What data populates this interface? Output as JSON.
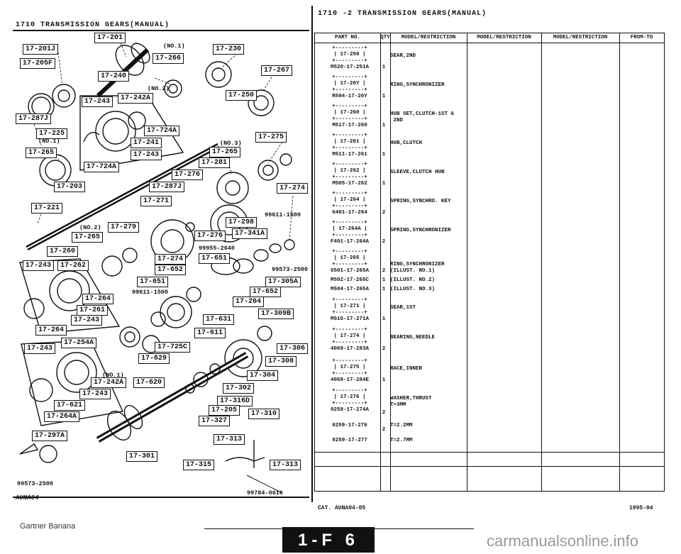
{
  "header": {
    "left": "1710   TRANSMISSION GEARS(MANUAL)",
    "right": "1710  -2    TRANSMISSION GEARS(MANUAL)"
  },
  "diagram": {
    "callouts": [
      "17-201",
      "17-201J",
      "17-205F",
      "17-266",
      "17-230",
      "17-240",
      "17-267",
      "17-242A",
      "17-243",
      "17-250",
      "17-287J",
      "17-724A",
      "17-225",
      "17-241",
      "17-275",
      "17-265",
      "17-243",
      "17-265",
      "17-724A",
      "17-281",
      "17-276",
      "17-203",
      "17-287J",
      "17-274",
      "17-271",
      "17-221",
      "17-298",
      "17-279",
      "17-265",
      "17-276",
      "17-341A",
      "17-260",
      "17-651",
      "17-243",
      "17-262",
      "17-274",
      "17-652",
      "17-305A",
      "17-651",
      "17-264",
      "17-652",
      "17-261",
      "17-204",
      "17-243",
      "17-309B",
      "17-264",
      "17-631",
      "17-611",
      "17-243",
      "17-254A",
      "17-725C",
      "17-306",
      "17-629",
      "17-308",
      "17-304",
      "17-242A",
      "17-620",
      "17-243",
      "17-302",
      "17-316D",
      "17-621",
      "17-205",
      "17-310",
      "17-264A",
      "17-327",
      "17-297A",
      "17-313",
      "17-301",
      "17-315",
      "17-313"
    ],
    "notes": [
      "(NO.1)",
      "(NO.2)",
      "(NO.1)",
      "(NO.3)",
      "(NO.2)",
      "(NO.1)"
    ],
    "codes": [
      "99611-1500",
      "99955-2640",
      "99573-2500",
      "99611-1500",
      "99573-2500",
      "99784-0616"
    ],
    "id_label": "AUNA04"
  },
  "table": {
    "headers": [
      "PART NO.",
      "QTY",
      "MODEL/RESTRICTION",
      "MODEL/RESTRICTION",
      "MODEL/RESTRICTION",
      "FROM-TO"
    ],
    "rows": [
      {
        "ref": "17-250",
        "part": "M520-17-251A",
        "qty": "1",
        "desc": "GEAR,2ND"
      },
      {
        "ref": "17-26Y",
        "part": "R504-17-26Y",
        "qty": "1",
        "desc": "RING,SYNCHRONIZER"
      },
      {
        "ref": "17-260",
        "part": "M517-17-260",
        "qty": "1",
        "desc": "HUB SET,CLUTCH-1ST &\n 2ND"
      },
      {
        "ref": "17-261",
        "part": "M511-17-261",
        "qty": "1",
        "desc": "HUB,CLUTCH"
      },
      {
        "ref": "17-262",
        "part": "M505-17-262",
        "qty": "1",
        "desc": "SLEEVE,CLUTCH HUB"
      },
      {
        "ref": "17-264",
        "part": "G401-17-264",
        "qty": "2",
        "desc": "SPRING,SYNCHRO. KEY"
      },
      {
        "ref": "17-264A",
        "part": "F401-17-264A",
        "qty": "2",
        "desc": "SPRING,SYNCHRONIZER"
      },
      {
        "ref": "17-265",
        "part": "G501-17-265A",
        "qty": "2",
        "desc": "RING,SYNCHRONIZER\n(ILLUST. NO.1)"
      },
      {
        "ref": "",
        "part": "M502-17-265C",
        "qty": "1",
        "desc": "(ILLUST. NO.2)"
      },
      {
        "ref": "",
        "part": "M504-17-265A",
        "qty": "1",
        "desc": "(ILLUST. NO.3)"
      },
      {
        "ref": "17-271",
        "part": "M516-17-271A",
        "qty": "1",
        "desc": "GEAR,1ST"
      },
      {
        "ref": "17-274",
        "part": "4069-17-283A",
        "qty": "2",
        "desc": "BEARING,NEEDLE"
      },
      {
        "ref": "17-275",
        "part": "4069-17-284E",
        "qty": "1",
        "desc": "RACE,INNER"
      },
      {
        "ref": "17-276",
        "part": "0259-17-274A",
        "qty": "2",
        "desc": "WASHER,THRUST\nT=3MM"
      },
      {
        "ref": "",
        "part": "0259-17-276",
        "qty": "2",
        "desc": "T=2.2MM"
      },
      {
        "ref": "",
        "part": "0259-17-277",
        "qty": "",
        "desc": "T=2.7MM"
      }
    ]
  },
  "footer": {
    "cat": "CAT.  AUNA04-05",
    "date": "1995-04",
    "watermark": "Gartner Banana",
    "page": "1-F 6",
    "site": "carmanualsonline.info"
  }
}
